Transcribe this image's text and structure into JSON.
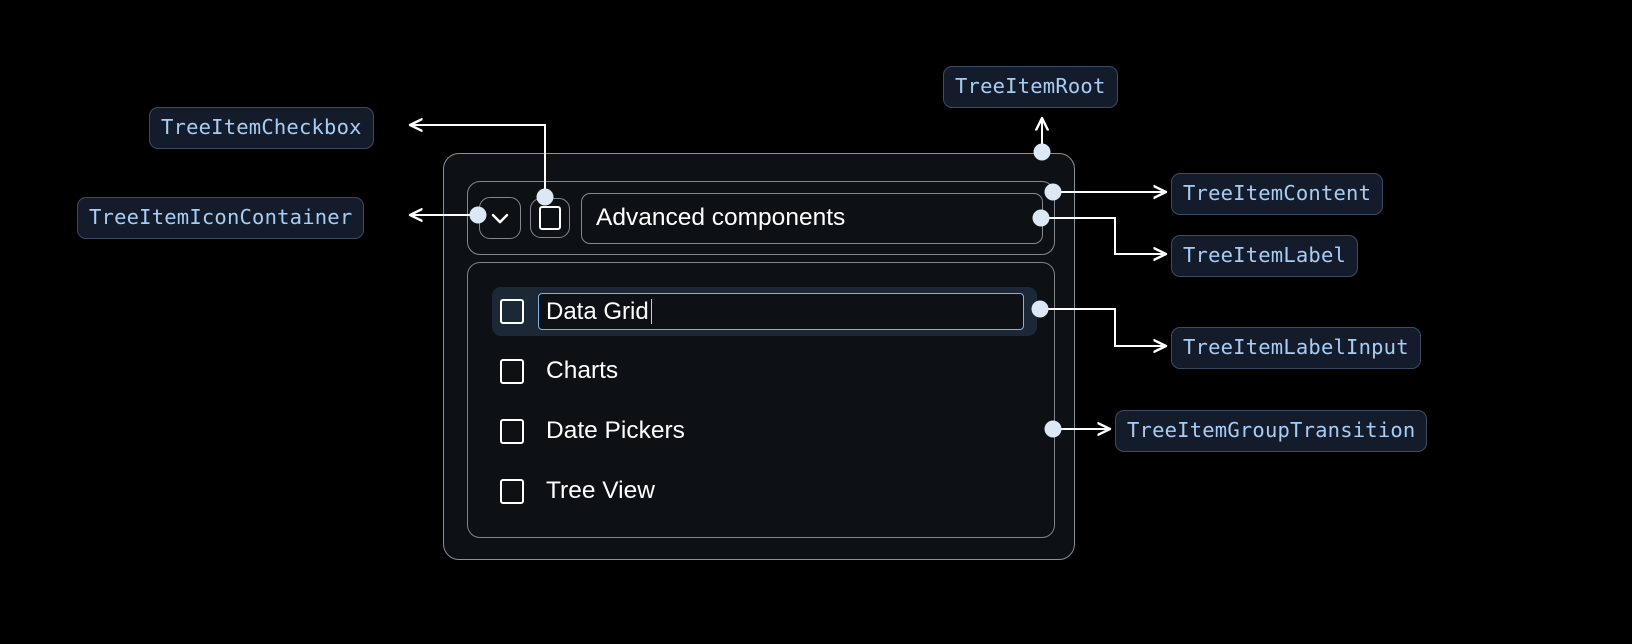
{
  "theme": {
    "page_background": "#000000",
    "card_background": "#0d1116",
    "card_border": "#8b8f93",
    "chip_background": "#141c2b",
    "chip_border": "#3a4c64",
    "chip_text": "#a8cdf5",
    "connector_stroke": "#ffffff",
    "connector_dot": "#dce8f5",
    "selected_row_background": "#1d2836",
    "input_focus_border": "#7cb3e8",
    "text_primary": "#ffffff"
  },
  "annotations": [
    {
      "id": "tree-item-checkbox",
      "label": "TreeItemCheckbox",
      "side": "left"
    },
    {
      "id": "tree-item-icon-container",
      "label": "TreeItemIconContainer",
      "side": "left"
    },
    {
      "id": "tree-item-root",
      "label": "TreeItemRoot",
      "side": "top"
    },
    {
      "id": "tree-item-content",
      "label": "TreeItemContent",
      "side": "right"
    },
    {
      "id": "tree-item-label",
      "label": "TreeItemLabel",
      "side": "right"
    },
    {
      "id": "tree-item-label-input",
      "label": "TreeItemLabelInput",
      "side": "right"
    },
    {
      "id": "tree-item-group-transition",
      "label": "TreeItemGroupTransition",
      "side": "right"
    }
  ],
  "tree": {
    "root": {
      "icon": "chevron-down-icon",
      "checkbox_checked": false,
      "label": "Advanced components"
    },
    "children": [
      {
        "label": "Data Grid",
        "checkbox_checked": false,
        "editing": true,
        "input_value": "Data Grid",
        "selected": true
      },
      {
        "label": "Charts",
        "checkbox_checked": false,
        "editing": false,
        "selected": false
      },
      {
        "label": "Date Pickers",
        "checkbox_checked": false,
        "editing": false,
        "selected": false
      },
      {
        "label": "Tree View",
        "checkbox_checked": false,
        "editing": false,
        "selected": false
      }
    ]
  }
}
